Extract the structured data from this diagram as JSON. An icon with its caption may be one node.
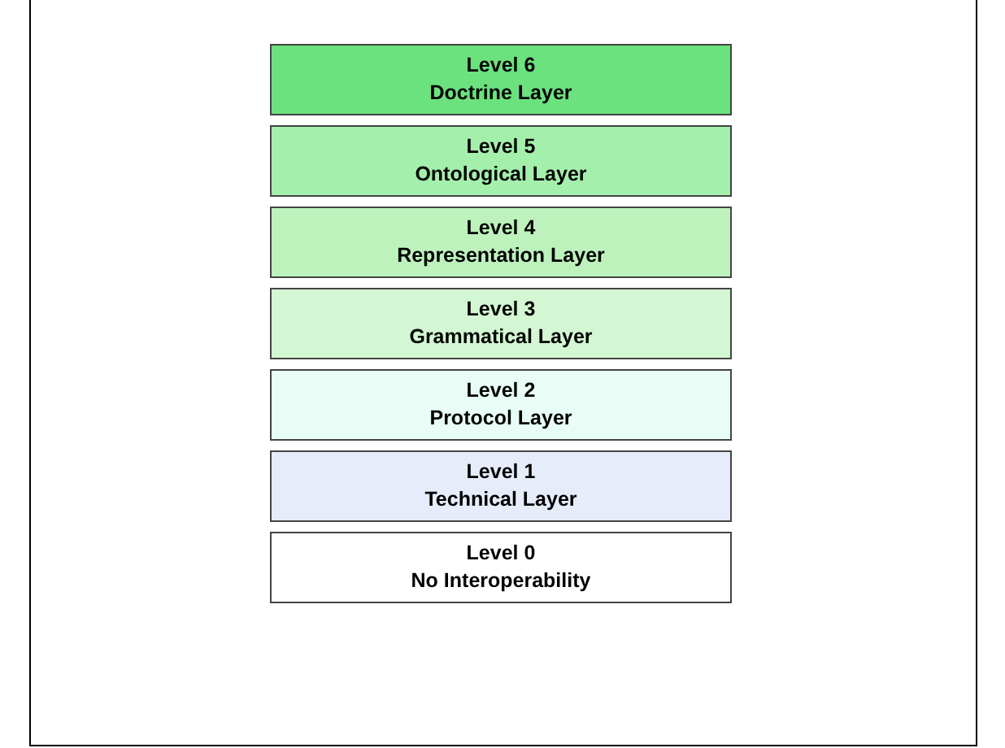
{
  "diagram": {
    "nodes": [
      {
        "text": [
          "Level 6",
          "Doctrine Layer"
        ]
      },
      {
        "text": [
          "Level 5",
          "Ontological Layer"
        ]
      },
      {
        "text": [
          "Level 4",
          "Representation Layer"
        ]
      },
      {
        "text": [
          "Level 3",
          "Grammatical Layer"
        ]
      },
      {
        "text": [
          "Level 2",
          "Protocol Layer"
        ]
      },
      {
        "text": [
          "Level 1",
          "Technical Layer"
        ]
      },
      {
        "text": [
          "Level 0",
          "No Interoperability"
        ]
      }
    ]
  }
}
